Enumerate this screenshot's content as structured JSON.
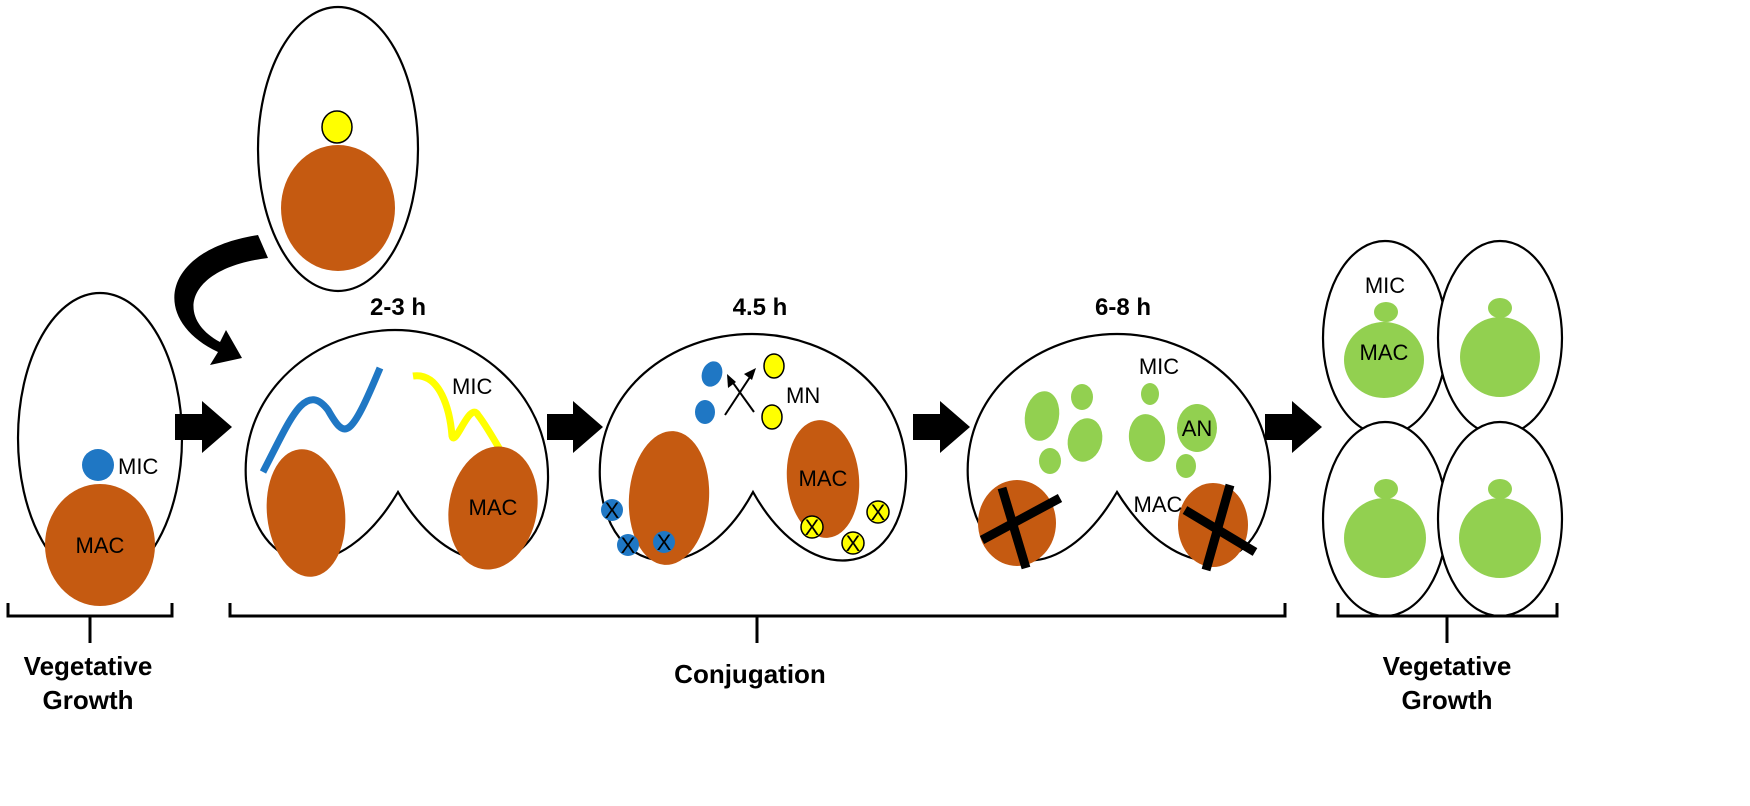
{
  "colors": {
    "mac": "#c55a11",
    "mic_blue": "#1f77c4",
    "mic_yellow": "#ffff00",
    "green": "#92d050",
    "outline": "#000000"
  },
  "labels": {
    "mic": "MIC",
    "mac": "MAC",
    "mn": "MN",
    "an": "AN",
    "x_mark": "X"
  },
  "stages": {
    "stage1": "2-3 h",
    "stage2": "4.5 h",
    "stage3": "6-8 h"
  },
  "phases": {
    "left_line1": "Vegetative",
    "left_line2": "Growth",
    "middle": "Conjugation",
    "right_line1": "Vegetative",
    "right_line2": "Growth"
  }
}
